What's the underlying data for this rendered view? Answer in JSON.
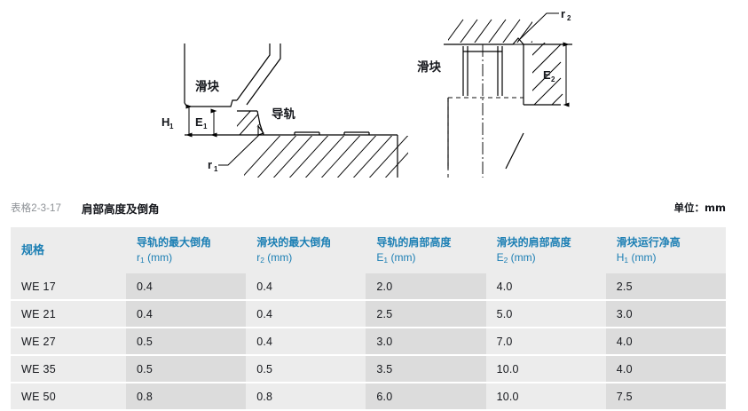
{
  "diagrams": {
    "left": {
      "name": "rail-shoulder-chamfer-section",
      "labels": {
        "slider": "滑块",
        "rail": "导轨",
        "h1": "H",
        "h1_sub": "1",
        "e1": "E",
        "e1_sub": "1",
        "r1": "r",
        "r1_sub": "1"
      }
    },
    "right": {
      "name": "slider-shoulder-chamfer-section",
      "labels": {
        "slider": "滑块",
        "r2": "r",
        "r2_sub": "2",
        "e2": "E",
        "e2_sub": "2"
      }
    }
  },
  "caption": {
    "number": "表格2-3-17",
    "title": "肩部高度及倒角",
    "unit": "单位：mm"
  },
  "table": {
    "headers": [
      {
        "line1": "规格",
        "line2": ""
      },
      {
        "line1": "导轨的最大倒角",
        "sym": "r",
        "sub": "1",
        "unit": "(mm)"
      },
      {
        "line1": "滑块的最大倒角",
        "sym": "r",
        "sub": "2",
        "unit": "(mm)"
      },
      {
        "line1": "导轨的肩部高度",
        "sym": "E",
        "sub": "1",
        "unit": "(mm)"
      },
      {
        "line1": "滑块的肩部高度",
        "sym": "E",
        "sub": "2",
        "unit": "(mm)"
      },
      {
        "line1": "滑块运行净高",
        "sym": "H",
        "sub": "1",
        "unit": "(mm)"
      }
    ],
    "rows": [
      {
        "model": "WE 17",
        "r1": "0.4",
        "r2": "0.4",
        "e1": "2.0",
        "e2": "4.0",
        "h1": "2.5"
      },
      {
        "model": "WE 21",
        "r1": "0.4",
        "r2": "0.4",
        "e1": "2.5",
        "e2": "5.0",
        "h1": "3.0"
      },
      {
        "model": "WE 27",
        "r1": "0.5",
        "r2": "0.4",
        "e1": "3.0",
        "e2": "7.0",
        "h1": "4.0"
      },
      {
        "model": "WE 35",
        "r1": "0.5",
        "r2": "0.5",
        "e1": "3.5",
        "e2": "10.0",
        "h1": "4.0"
      },
      {
        "model": "WE 50",
        "r1": "0.8",
        "r2": "0.8",
        "e1": "6.0",
        "e2": "10.0",
        "h1": "7.5"
      }
    ]
  },
  "colors": {
    "header_text": "#1c7fb4",
    "header_bg": "#ececec",
    "cell_bg": "#ececec",
    "cell_bg_shaded": "#dcdcdc",
    "body_text": "#16181d",
    "caption_number": "#8d9196",
    "line": "#000000"
  }
}
